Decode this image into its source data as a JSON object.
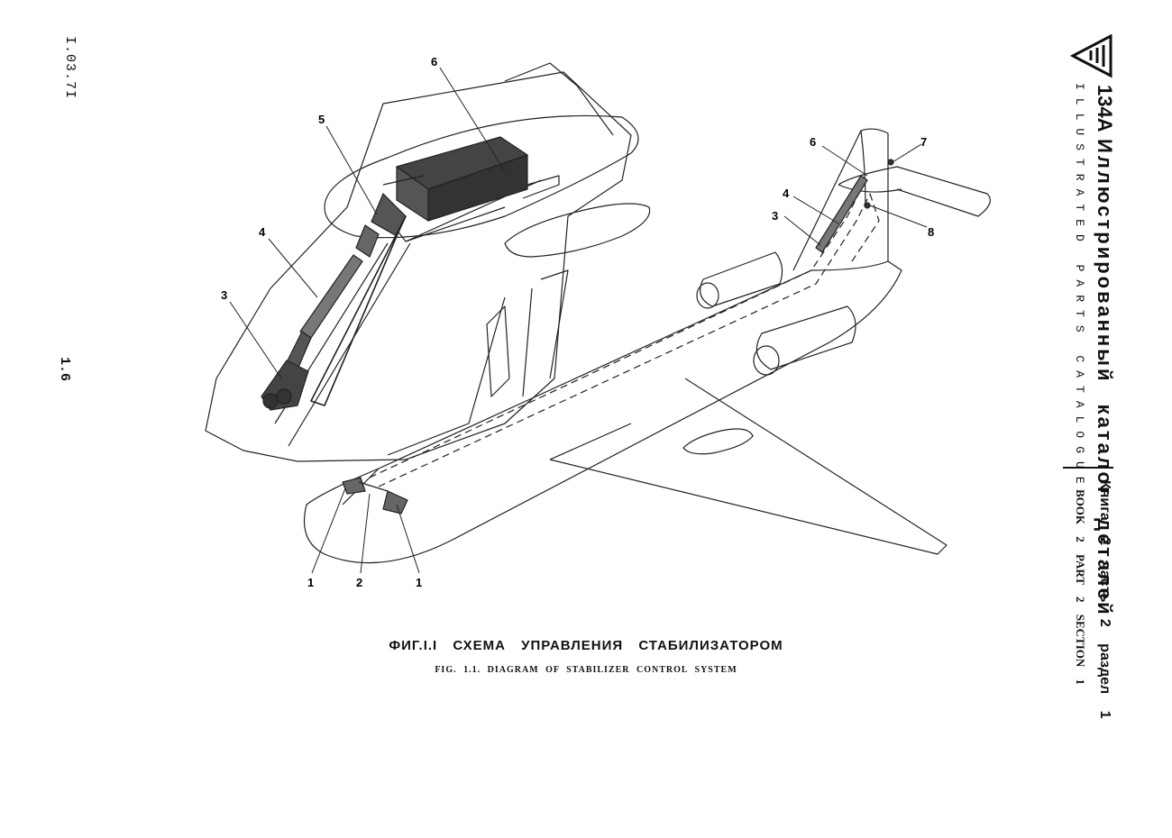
{
  "doc_code": "I.03.7I",
  "page_number": "1.6",
  "header": {
    "model": "134A",
    "title_ru": "Иллюстрированный каталог деталей",
    "title_en": "ILLUSTRATED PARTS CATALOGUE",
    "book_ru": "Книга 2 часть 2 раздел 1",
    "book_en": "BOOK 2 PART 2 SECTION 1"
  },
  "caption": {
    "ru": "ФИГ.I.I СХЕМА УПРАВЛЕНИЯ СТАБИЛИЗАТОРОМ",
    "en": "FIG. 1.1. DIAGRAM OF STABILIZER CONTROL SYSTEM"
  },
  "callouts": {
    "detail": [
      "3",
      "4",
      "5",
      "6"
    ],
    "aircraft_tail": [
      "3",
      "4",
      "6",
      "7",
      "8"
    ],
    "aircraft_nose": [
      "1",
      "2",
      "1"
    ]
  }
}
